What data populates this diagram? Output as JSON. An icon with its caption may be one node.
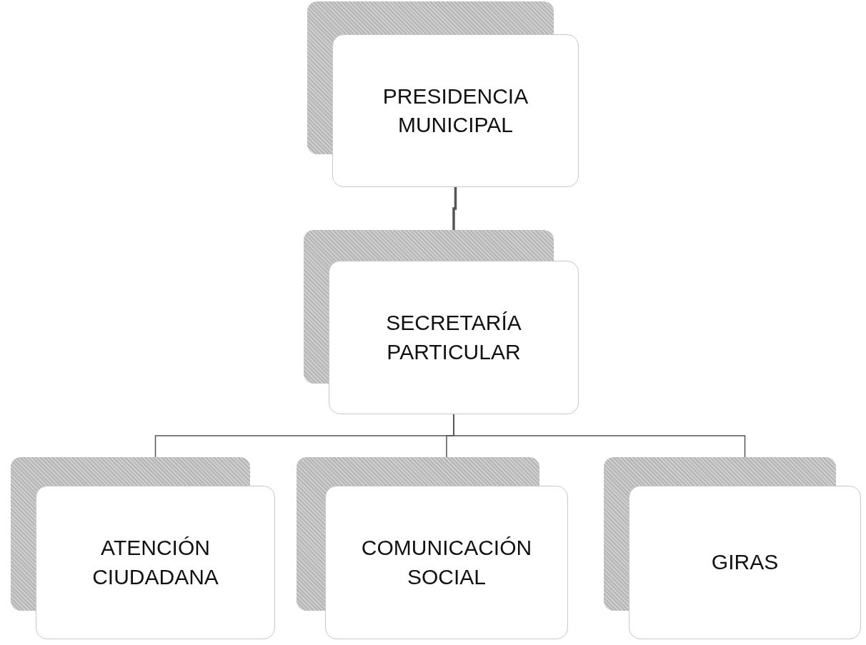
{
  "diagram": {
    "nodes": [
      {
        "text": [
          "PRESIDENCIA MUNICIPAL"
        ]
      },
      {
        "text": [
          "SECRETARÍA PARTICULAR"
        ]
      },
      {
        "text": [
          "ATENCIÓN CIUDADANA"
        ]
      },
      {
        "text": [
          "COMUNICACIÓN SOCIAL"
        ]
      },
      {
        "text": [
          "GIRAS"
        ]
      }
    ],
    "edges": [
      {
        "from": 0,
        "to": 1,
        "arrow": "none",
        "style": "thick"
      },
      {
        "from": 1,
        "to": 2,
        "arrow": "none"
      },
      {
        "from": 1,
        "to": 3,
        "arrow": "none"
      },
      {
        "from": 1,
        "to": 4,
        "arrow": "none"
      }
    ]
  }
}
